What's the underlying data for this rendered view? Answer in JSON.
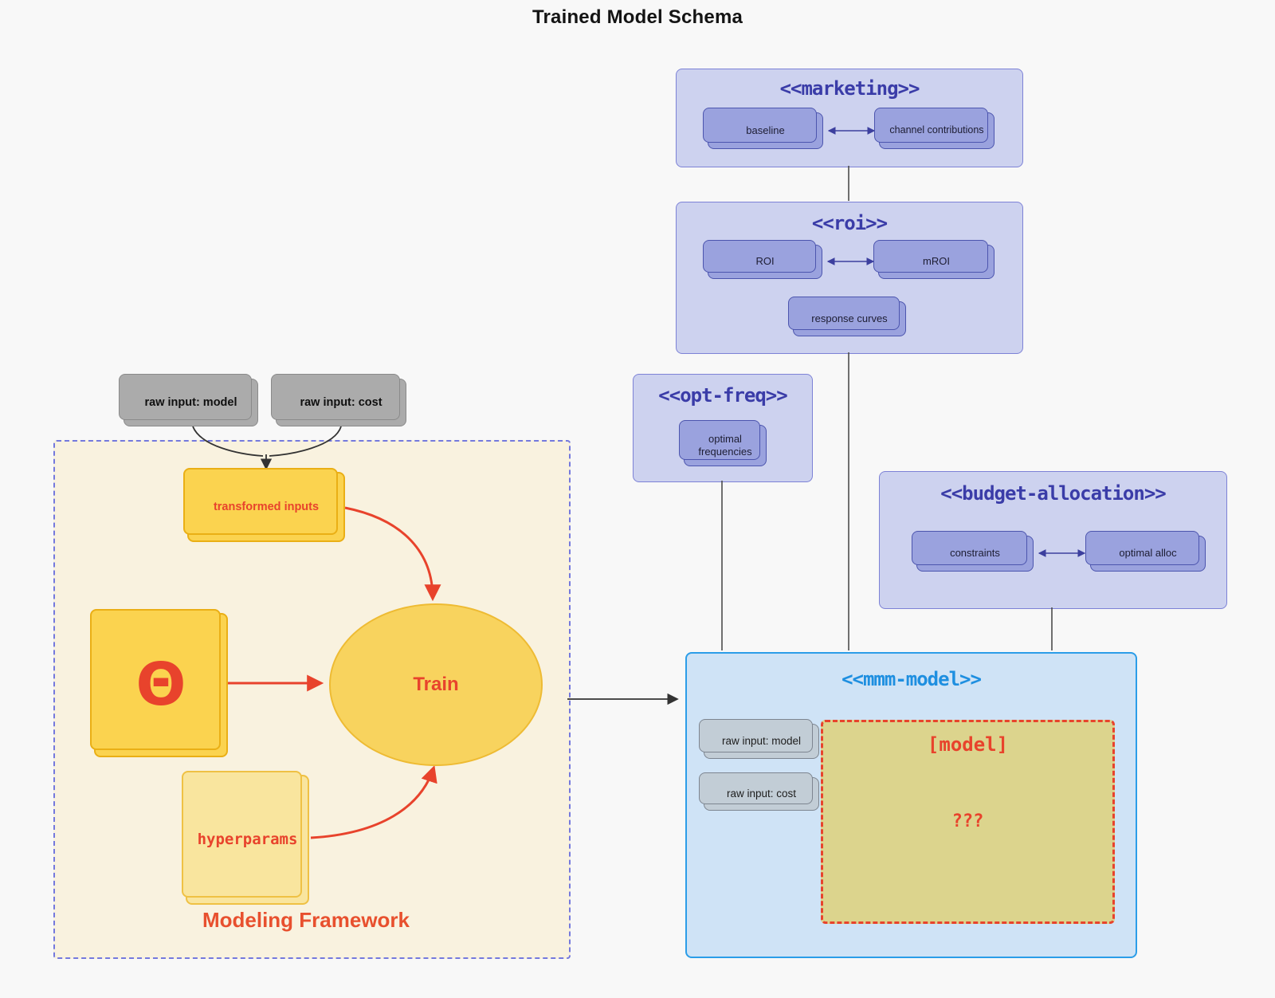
{
  "title": "Trained Model Schema",
  "marketing": {
    "header": "<<marketing>>",
    "baseline": "baseline",
    "channel": "channel contributions"
  },
  "roi": {
    "header": "<<roi>>",
    "roi": "ROI",
    "mroi": "mROI",
    "response": "response curves"
  },
  "opt_freq": {
    "header": "<<opt-freq>>",
    "item": "optimal frequencies"
  },
  "budget": {
    "header": "<<budget-allocation>>",
    "constraints": "constraints",
    "optimal_alloc": "optimal alloc"
  },
  "mmm": {
    "header": "<<mmm-model>>",
    "raw_model": "raw input: model",
    "raw_cost": "raw input: cost",
    "model": "[model]",
    "unknown": "???"
  },
  "framework": {
    "label": "Modeling Framework",
    "raw_model": "raw input: model",
    "raw_cost": "raw input: cost",
    "transformed": "transformed inputs",
    "theta": "Θ",
    "train": "Train",
    "hyperparams": "hyperparams"
  },
  "colors": {
    "accent_red": "#e8432c",
    "group_header_purple": "#3a3ca8",
    "mmm_header_blue": "#1e8fe0",
    "gold_fill": "#fbd34f",
    "lavender_fill": "#cdd2ef",
    "mmm_fill": "#cfe3f6",
    "khaki_fill": "#dcd48d"
  }
}
